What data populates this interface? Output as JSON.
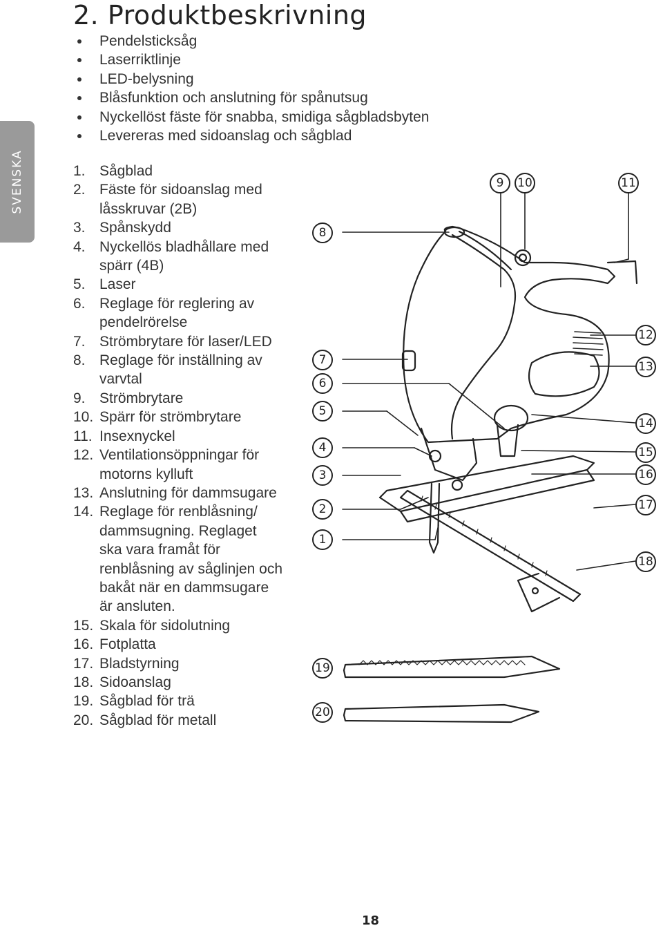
{
  "side_tab": {
    "label": "SVENSKA"
  },
  "title": "2. Produktbeskrivning",
  "features": [
    "Pendelsticksåg",
    "Laserriktlinje",
    "LED-belysning",
    "Blåsfunktion och anslutning för spånutsug",
    "Nyckellöst fäste för snabba, smidiga sågbladsbyten",
    "Levereras med sidoanslag och sågblad"
  ],
  "parts": [
    {
      "num": "1.",
      "lines": [
        "Sågblad"
      ]
    },
    {
      "num": "2.",
      "lines": [
        "Fäste för sidoanslag med",
        "låsskruvar (2B)"
      ]
    },
    {
      "num": "3.",
      "lines": [
        "Spånskydd"
      ]
    },
    {
      "num": "4.",
      "lines": [
        "Nyckellös bladhållare med",
        "spärr (4B)"
      ]
    },
    {
      "num": "5.",
      "lines": [
        "Laser"
      ]
    },
    {
      "num": "6.",
      "lines": [
        "Reglage för reglering av",
        "pendelrörelse"
      ]
    },
    {
      "num": "7.",
      "lines": [
        "Strömbrytare för laser/LED"
      ]
    },
    {
      "num": "8.",
      "lines": [
        "Reglage för inställning av",
        "varvtal"
      ]
    },
    {
      "num": "9.",
      "lines": [
        "Strömbrytare"
      ]
    },
    {
      "num": "10.",
      "lines": [
        "Spärr för strömbrytare"
      ]
    },
    {
      "num": "11.",
      "lines": [
        "Insexnyckel"
      ]
    },
    {
      "num": "12.",
      "lines": [
        "Ventilationsöppningar för",
        "motorns kylluft"
      ]
    },
    {
      "num": "13.",
      "lines": [
        "Anslutning för dammsugare"
      ]
    },
    {
      "num": "14.",
      "lines": [
        "Reglage för renblåsning/",
        "dammsugning. Reglaget",
        "ska vara framåt för",
        "renblåsning av såglinjen och",
        "bakåt när en dammsugare",
        "är ansluten."
      ]
    },
    {
      "num": "15.",
      "lines": [
        "Skala för sidolutning"
      ]
    },
    {
      "num": "16.",
      "lines": [
        "Fotplatta"
      ]
    },
    {
      "num": "17.",
      "lines": [
        "Bladstyrning"
      ]
    },
    {
      "num": "18.",
      "lines": [
        "Sidoanslag"
      ]
    },
    {
      "num": "19.",
      "lines": [
        "Sågblad för trä"
      ]
    },
    {
      "num": "20.",
      "lines": [
        "Sågblad för metall"
      ]
    }
  ],
  "callouts": {
    "c1": "1",
    "c2": "2",
    "c3": "3",
    "c4": "4",
    "c5": "5",
    "c6": "6",
    "c7": "7",
    "c8": "8",
    "c9": "9",
    "c10": "10",
    "c11": "11",
    "c12": "12",
    "c13": "13",
    "c14": "14",
    "c15": "15",
    "c16": "16",
    "c17": "17",
    "c18": "18",
    "c19": "19",
    "c20": "20"
  },
  "illustration": {
    "icon": "jigsaw-illustration"
  },
  "page_number": "18"
}
